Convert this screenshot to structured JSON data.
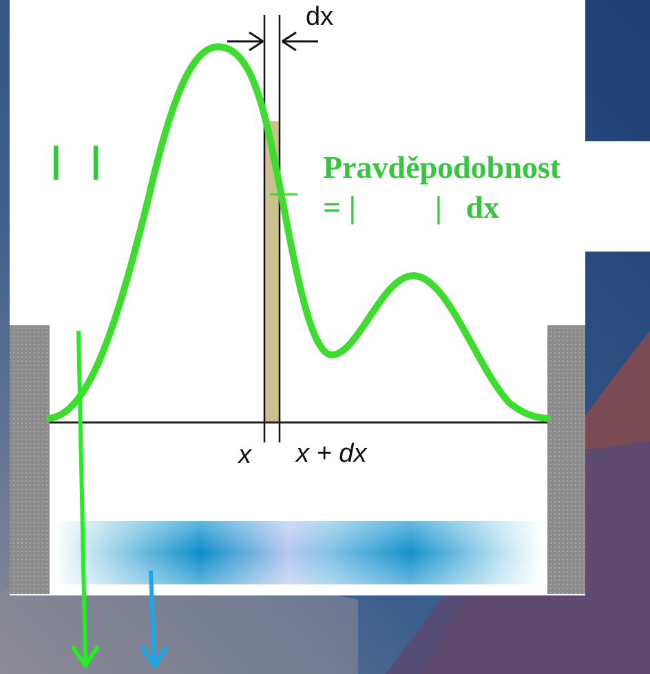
{
  "figure": {
    "dx_top_label": "dx",
    "x_label": "x",
    "x_plus_dx_label": "x + dx"
  },
  "formula": {
    "line1": "Pravděpodobnost",
    "line2": "= |          |   dx"
  },
  "left_label": "|   |",
  "colors": {
    "curve": "#3ddc2e",
    "slice": "#c9c18e",
    "green_arrow": "#22ee22",
    "blue_arrow": "#1aa6e8",
    "formula_text": "#35c53f",
    "wall": "#8a8a8a"
  }
}
